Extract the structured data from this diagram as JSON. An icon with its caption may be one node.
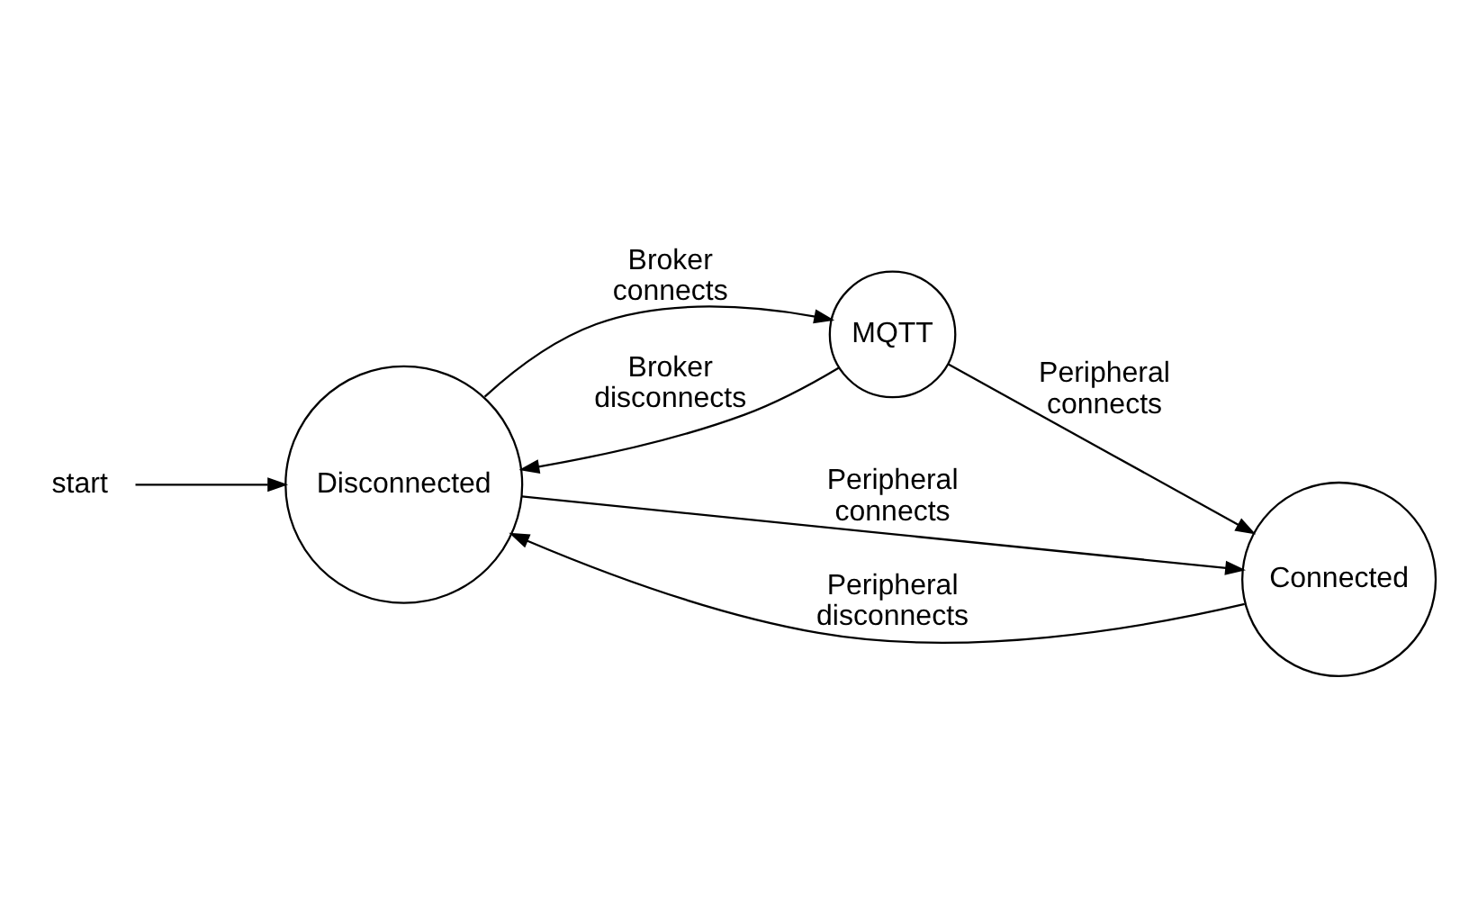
{
  "diagram": {
    "nodes": [
      {
        "text": [
          "start"
        ]
      },
      {
        "text": [
          "Disconnected"
        ]
      },
      {
        "text": [
          "MQTT"
        ]
      },
      {
        "text": [
          "Connected"
        ]
      }
    ],
    "edges": [
      {
        "from": 0,
        "to": 1,
        "arrow": "to"
      },
      {
        "from": 1,
        "to": 2,
        "arrow": "to",
        "label": "Broker connects"
      },
      {
        "from": 2,
        "to": 1,
        "arrow": "to",
        "label": "Broker disconnects"
      },
      {
        "from": 2,
        "to": 3,
        "arrow": "to",
        "label": "Peripheral connects"
      },
      {
        "from": 1,
        "to": 3,
        "arrow": "to",
        "label": "Peripheral connects"
      },
      {
        "from": 3,
        "to": 1,
        "arrow": "to",
        "label": "Peripheral disconnects"
      }
    ]
  }
}
